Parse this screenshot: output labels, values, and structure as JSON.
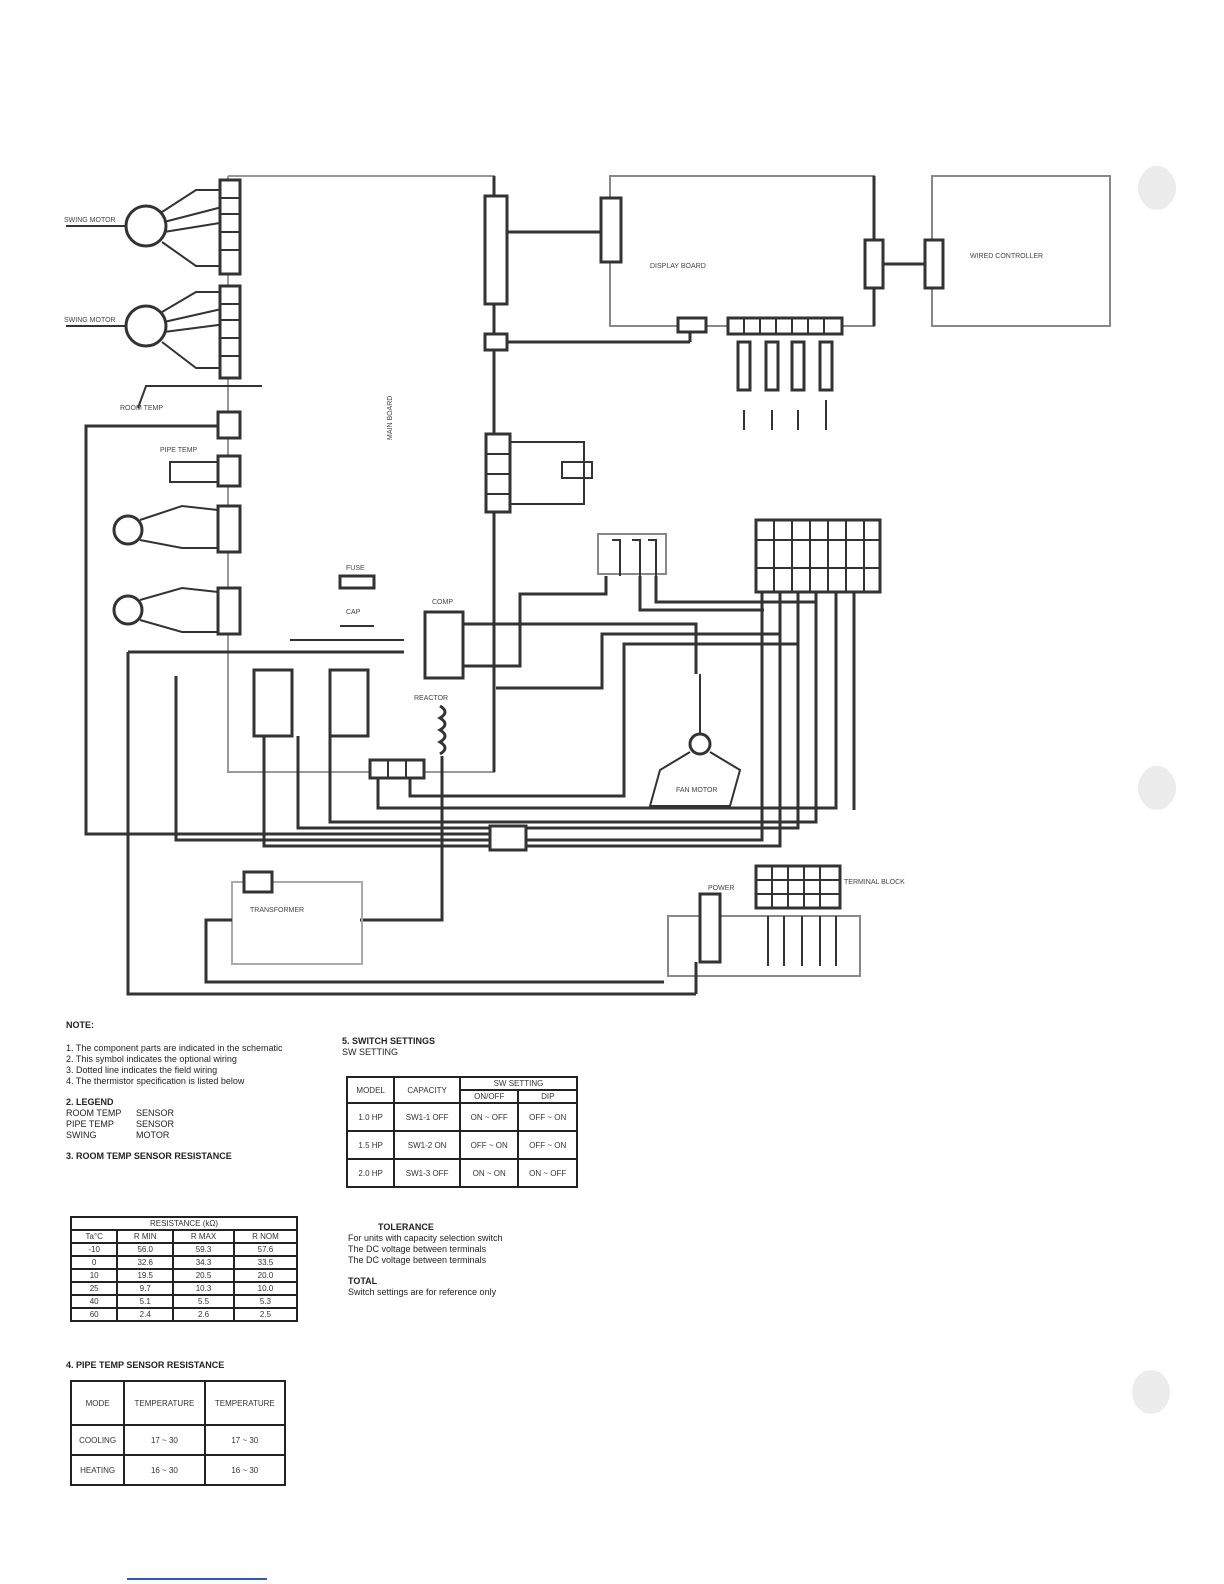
{
  "diagram": {
    "title": "",
    "labels": {
      "main_board": "MAIN BOARD",
      "display_board": "DISPLAY BOARD",
      "wired_controller": "WIRED CONTROLLER",
      "transformer": "TRANSFORMER",
      "comp_relay": "COMP",
      "fan_motor": "FAN MOTOR",
      "terminal_block": "TERMINAL BLOCK",
      "reactor": "REACTOR",
      "swing_motor_1": "SWING MOTOR",
      "swing_motor_2": "SWING MOTOR",
      "room_temp": "ROOM TEMP",
      "pipe_temp": "PIPE TEMP",
      "power": "POWER",
      "cap": "CAP",
      "fuse": "FUSE"
    }
  },
  "notes": {
    "heading": "NOTE:",
    "lines": [
      "1. The component parts are indicated in the schematic",
      "2. This symbol indicates the optional wiring",
      "3. Dotted line indicates the field wiring",
      "4. The thermistor specification is listed below"
    ],
    "legend_heading": "2. LEGEND",
    "legend": [
      {
        "code": "ROOM TEMP",
        "desc": "SENSOR"
      },
      {
        "code": "PIPE TEMP",
        "desc": "SENSOR"
      },
      {
        "code": "SWING",
        "desc": "MOTOR"
      }
    ],
    "table1_heading": "3. ROOM TEMP SENSOR RESISTANCE",
    "table2_heading": "4. PIPE TEMP SENSOR RESISTANCE",
    "col_heading": "RESISTANCE (kΩ)",
    "right_heading": "5. SWITCH SETTINGS",
    "right_sub": "SW SETTING",
    "right_notes_heading": "TOLERANCE",
    "right_notes": [
      "For units with capacity selection switch",
      "The DC voltage between terminals",
      "The DC voltage between terminals"
    ],
    "right_footer_heading": "TOTAL",
    "right_footer": "Switch settings are for reference only"
  },
  "table1": {
    "headers": [
      "Ta°C",
      "R MIN",
      "R MAX",
      "R NOM"
    ],
    "rows": [
      [
        "-10",
        "56.0",
        "59.3",
        "57.6"
      ],
      [
        "0",
        "32.6",
        "34.3",
        "33.5"
      ],
      [
        "10",
        "19.5",
        "20.5",
        "20.0"
      ],
      [
        "25",
        "9.7",
        "10.3",
        "10.0"
      ],
      [
        "40",
        "5.1",
        "5.5",
        "5.3"
      ],
      [
        "60",
        "2.4",
        "2.6",
        "2.5"
      ]
    ]
  },
  "table2": {
    "headers": [
      "MODE",
      "TEMPERATURE",
      "TEMPERATURE"
    ],
    "rows": [
      [
        "COOLING",
        "17 ~ 30",
        "17 ~ 30"
      ],
      [
        "HEATING",
        "16 ~ 30",
        "16 ~ 30"
      ]
    ]
  },
  "table3": {
    "headers": [
      "MODEL",
      "CAPACITY",
      "SW SETTING"
    ],
    "sub_headers": [
      "ON/OFF",
      "DIP"
    ],
    "rows": [
      [
        "1.0 HP",
        "SW1-1 OFF",
        "ON ~ OFF",
        "OFF ~ ON"
      ],
      [
        "1.5 HP",
        "SW1-2 ON",
        "OFF ~ ON",
        "OFF ~ ON"
      ],
      [
        "2.0 HP",
        "SW1-3 OFF",
        "ON ~ ON",
        "ON ~ OFF"
      ]
    ]
  }
}
